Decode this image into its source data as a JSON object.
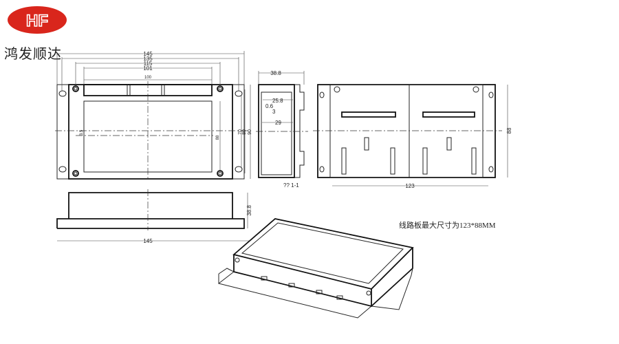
{
  "brand": {
    "logo_text": "HF",
    "name": "鸿发顺达",
    "logo_color": "#d9261c"
  },
  "front_view": {
    "dims": {
      "w145": "145",
      "w135": "135",
      "w115": "115",
      "w101": "101",
      "w100": "100",
      "h88": "88",
      "h70": "70",
      "h80": "80",
      "h90": "90",
      "offset": "3.5"
    }
  },
  "section_view": {
    "dims": {
      "depth": "38.8",
      "d25": "25.8",
      "d06": "0.6",
      "d3": "3",
      "d29": "29"
    },
    "label": "?? 1-1"
  },
  "rear_view": {
    "dims": {
      "w123": "123",
      "h88": "88"
    }
  },
  "side_view": {
    "dims": {
      "w145": "145",
      "h38": "38.8"
    }
  },
  "caption": "线路板最大尺寸为123*88MM"
}
